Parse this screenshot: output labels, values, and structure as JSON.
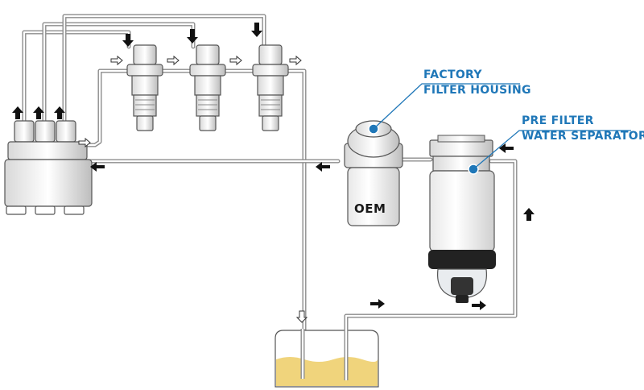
{
  "labels": {
    "factory_line1": "FACTORY",
    "factory_line2": "FILTER HOUSING",
    "prefilter_line1": "PRE FILTER",
    "prefilter_line2": "WATER SEPARATOR",
    "oem": "OEM"
  },
  "colors": {
    "callout": "#1f77b8",
    "pipe": "#8c8c8c",
    "fuel": "#f0d47c",
    "arrow": "#111111"
  }
}
